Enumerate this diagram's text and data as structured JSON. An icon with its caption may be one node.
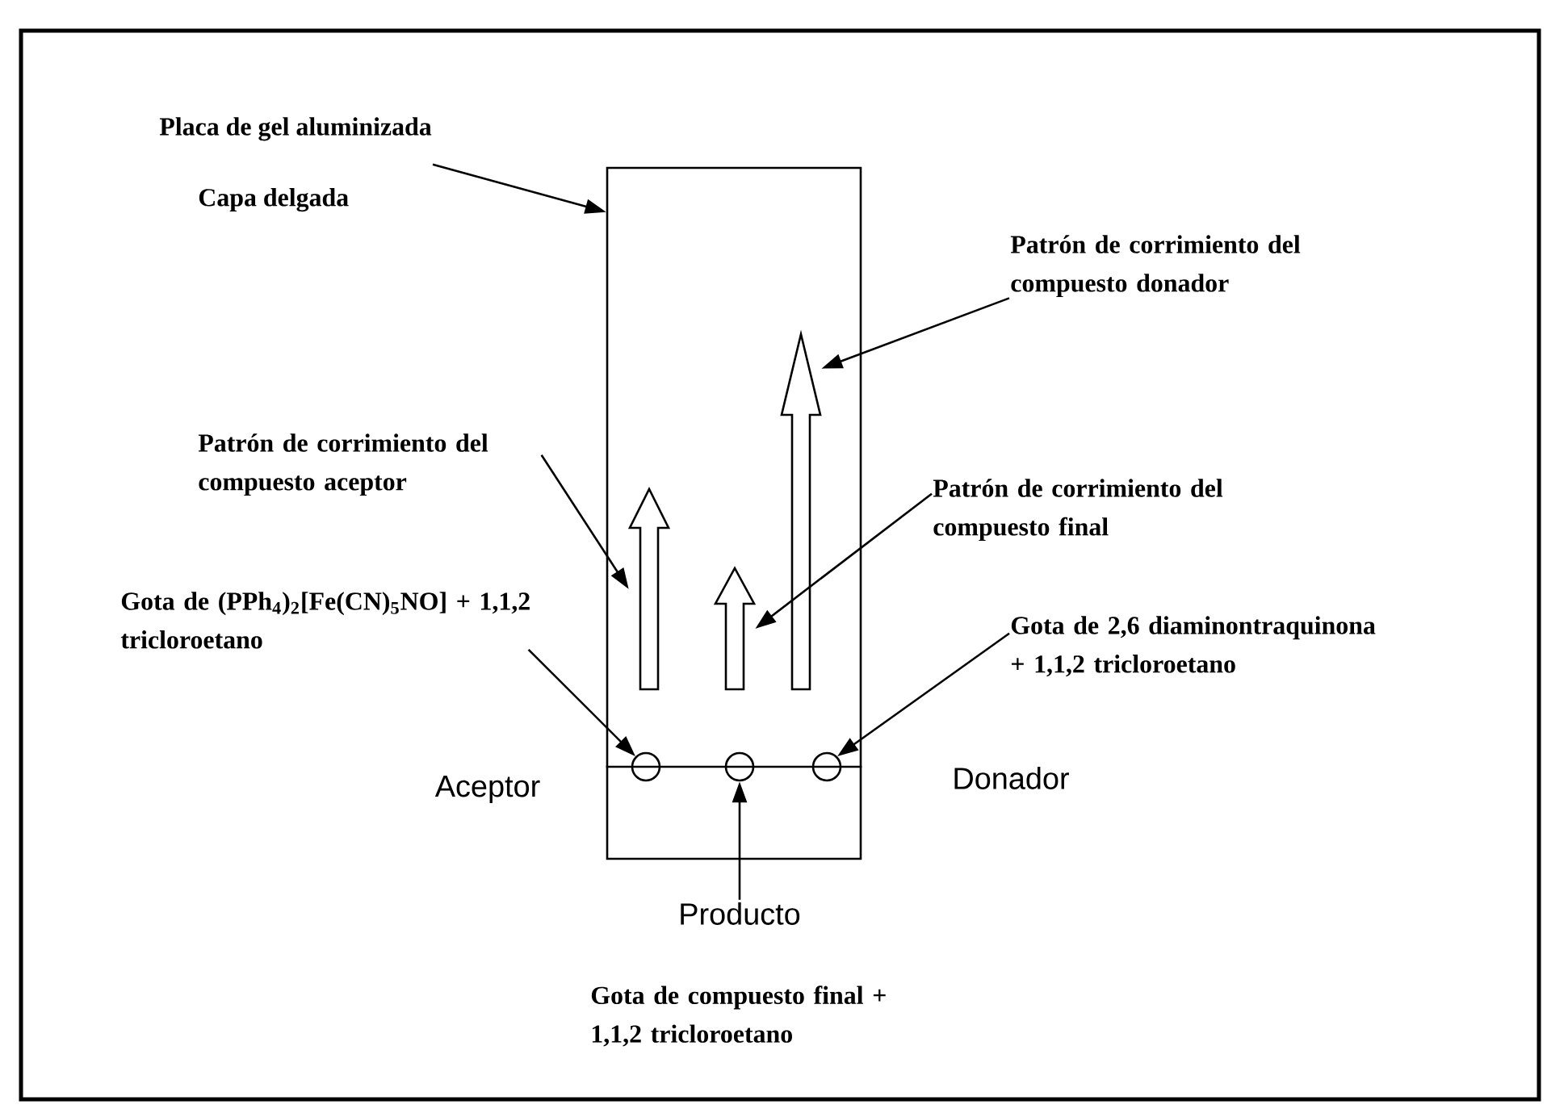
{
  "diagram": {
    "nodes": [
      {
        "text": [],
        "shape": "box"
      },
      {
        "text": [
          "Placa de gel aluminizada",
          "Capa delgada"
        ]
      },
      {
        "text": [],
        "shape": "circle",
        "in": 0
      },
      {
        "text": [],
        "shape": "circle",
        "in": 0
      },
      {
        "text": [],
        "shape": "circle",
        "in": 0
      },
      {
        "text": [],
        "shape": "arrow",
        "in": 0
      },
      {
        "text": [],
        "shape": "arrow",
        "in": 0
      },
      {
        "text": [],
        "shape": "arrow",
        "in": 0
      },
      {
        "text": [
          "Patrón de corrimiento del compuesto donador"
        ]
      },
      {
        "text": [
          "Patrón de corrimiento del compuesto aceptor"
        ]
      },
      {
        "text": [
          "Patrón de corrimiento del compuesto final"
        ]
      },
      {
        "text": [
          "Gota de (PPh$_{4}$)$_{2}$[Fe(CN)$_{5}$NO] + 1,1,2 tricloroetano"
        ]
      },
      {
        "text": [
          "Gota de 2,6 diaminontraquinona + 1,1,2 tricloroetano"
        ]
      },
      {
        "text": [
          "Producto"
        ]
      }
    ],
    "edges": [
      {
        "from": 1,
        "to": 0,
        "arrow": "to"
      },
      {
        "from": 8,
        "to": 7,
        "arrow": "to"
      },
      {
        "from": 9,
        "to": 5,
        "arrow": "to"
      },
      {
        "from": 10,
        "to": 6,
        "arrow": "to"
      },
      {
        "from": 11,
        "to": 2,
        "arrow": "to"
      },
      {
        "from": 12,
        "to": 4,
        "arrow": "to"
      },
      {
        "from": 13,
        "to": 3,
        "arrow": "to"
      }
    ],
    "labels": [
      "Aceptor",
      "Donador",
      "Gota de compuesto final + 1,1,2 tricloroetano"
    ]
  }
}
